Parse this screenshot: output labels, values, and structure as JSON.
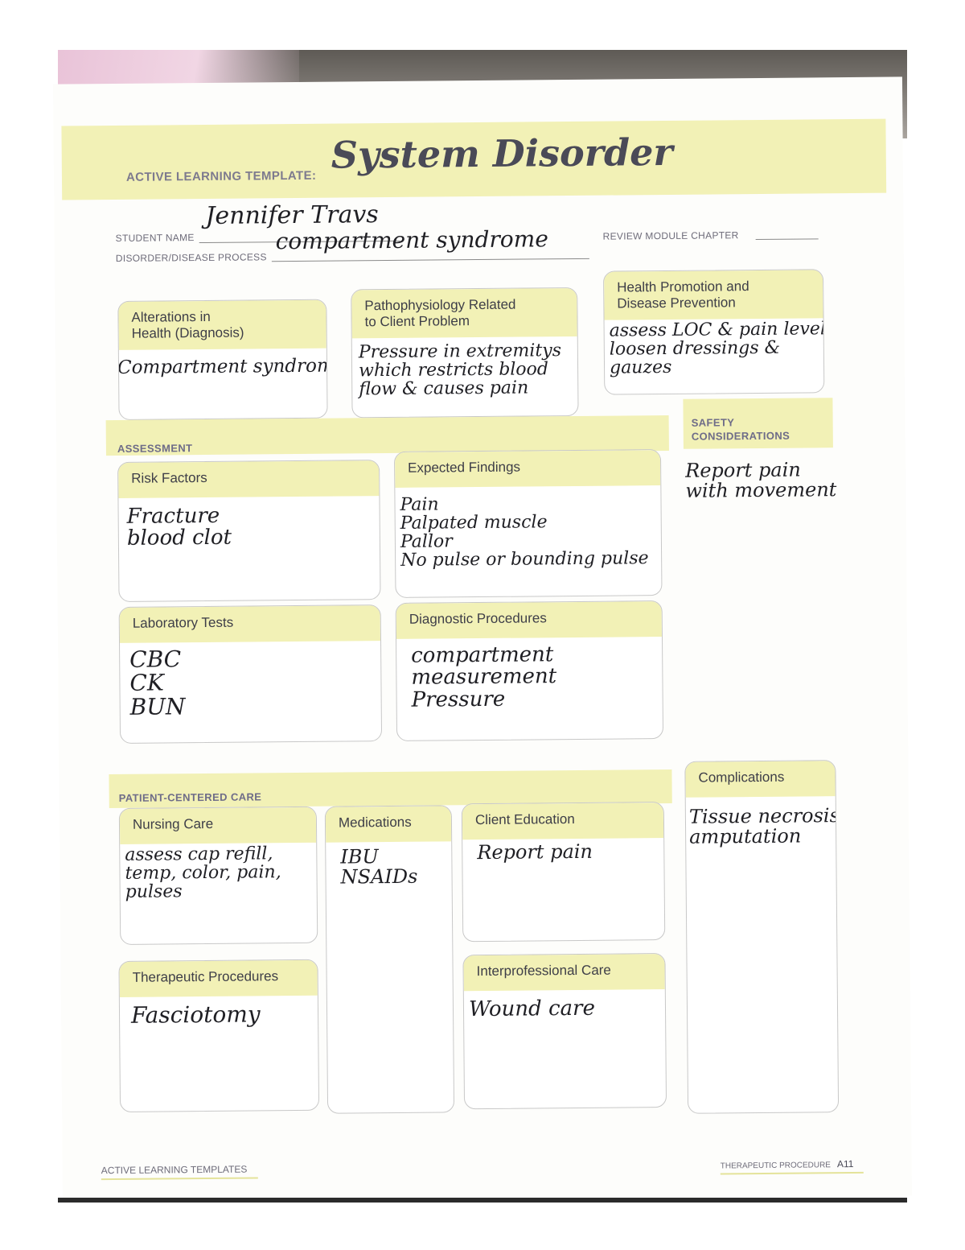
{
  "header": {
    "template_label": "ACTIVE LEARNING TEMPLATE:",
    "title": "System Disorder"
  },
  "fields": {
    "student_name_label": "STUDENT NAME",
    "student_name_value": "Jennifer Travs",
    "disorder_label": "DISORDER/DISEASE PROCESS",
    "disorder_value": "compartment syndrome",
    "review_module_label": "REVIEW MODULE CHAPTER"
  },
  "top_boxes": {
    "alterations": {
      "title": "Alterations in\nHealth (Diagnosis)",
      "text": "Compartment syndrome"
    },
    "pathophysiology": {
      "title": "Pathophysiology Related\nto Client Problem",
      "text": "Pressure in extremitys\nwhich restricts blood\nflow & causes pain"
    },
    "health_promotion": {
      "title": "Health Promotion and\nDisease Prevention",
      "text": "assess LOC & pain level\nloosen dressings &\ngauzes"
    }
  },
  "assessment": {
    "label": "ASSESSMENT",
    "risk_factors": {
      "title": "Risk Factors",
      "text": "Fracture\nblood clot"
    },
    "expected_findings": {
      "title": "Expected Findings",
      "text": "Pain\nPalpated muscle\nPallor\nNo pulse or bounding pulse"
    },
    "laboratory_tests": {
      "title": "Laboratory Tests",
      "text": "CBC\nCK\nBUN"
    },
    "diagnostic_procedures": {
      "title": "Diagnostic Procedures",
      "text": "compartment\nmeasurement\nPressure"
    }
  },
  "safety": {
    "label": "SAFETY\nCONSIDERATIONS",
    "text": "Report pain\nwith movement"
  },
  "patient_centered_care": {
    "label": "PATIENT-CENTERED CARE",
    "nursing_care": {
      "title": "Nursing Care",
      "text": "assess cap refill,\ntemp, color, pain,\npulses"
    },
    "medications": {
      "title": "Medications",
      "text": "IBU\nNSAIDs"
    },
    "client_education": {
      "title": "Client Education",
      "text": "Report pain"
    },
    "therapeutic_procedures": {
      "title": "Therapeutic Procedures",
      "text": "Fasciotomy"
    },
    "interprofessional_care": {
      "title": "Interprofessional Care",
      "text": "Wound care"
    }
  },
  "complications": {
    "title": "Complications",
    "text": "Tissue necrosis\namputation"
  },
  "footer": {
    "left": "ACTIVE LEARNING TEMPLATES",
    "right": "THERAPEUTIC PROCEDURE",
    "page": "A11"
  },
  "colors": {
    "band_yellow": "#f2f1b6",
    "heading_purple": "#6e6c88",
    "ink": "#1f1f24"
  }
}
